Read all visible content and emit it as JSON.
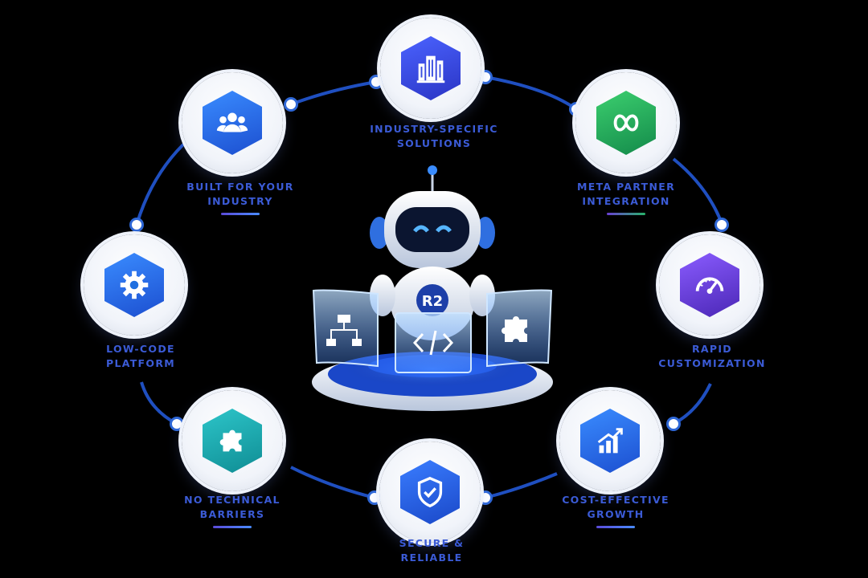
{
  "diagram": {
    "center_badge": "R2",
    "center_panel_icons": [
      "flowchart-icon",
      "code-brackets-icon",
      "puzzle-icon"
    ],
    "features": [
      {
        "id": "industry-specific",
        "line1": "INDUSTRY-SPECIFIC",
        "line2": "SOLUTIONS",
        "icon": "buildings-icon",
        "color": "#3a4fe0"
      },
      {
        "id": "meta-partner",
        "line1": "META PARTNER",
        "line2": "INTEGRATION",
        "icon": "meta-infinity-icon",
        "color": "#1f9d55"
      },
      {
        "id": "rapid-customization",
        "line1": "RAPID",
        "line2": "CUSTOMIZATION",
        "icon": "speedometer-icon",
        "color": "#6a3fd4"
      },
      {
        "id": "cost-effective",
        "line1": "COST-EFFECTIVE",
        "line2": "GROWTH",
        "icon": "growth-chart-icon",
        "color": "#1f6fe0"
      },
      {
        "id": "secure-reliable",
        "line1": "SECURE &",
        "line2": "RELIABLE",
        "icon": "shield-check-icon",
        "color": "#1f6fe0"
      },
      {
        "id": "no-technical-barriers",
        "line1": "NO TECHNICAL",
        "line2": "BARRIERS",
        "icon": "puzzle-icon",
        "color": "#16a2a8"
      },
      {
        "id": "low-code",
        "line1": "LOW-CODE",
        "line2": "PLATFORM",
        "icon": "gear-icon",
        "color": "#1f6fe0"
      },
      {
        "id": "built-for-industry",
        "line1": "BUILT FOR YOUR",
        "line2": "INDUSTRY",
        "icon": "users-icon",
        "color": "#1f6fe0"
      }
    ]
  }
}
